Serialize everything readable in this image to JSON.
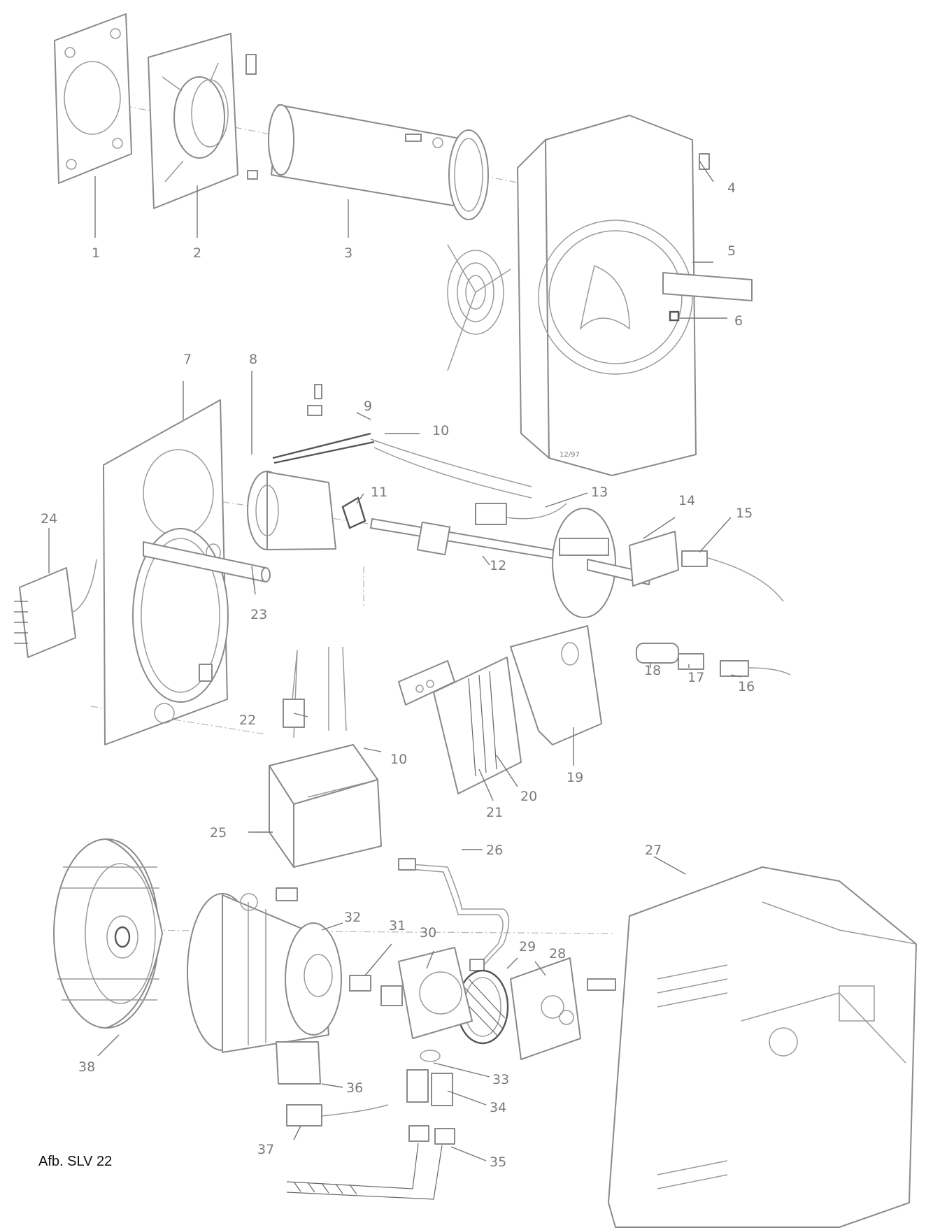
{
  "caption": "Afb. SLV 22",
  "part_numbers": [
    "1",
    "2",
    "3",
    "4",
    "5",
    "6",
    "7",
    "8",
    "9",
    "10",
    "11",
    "12",
    "13",
    "14",
    "15",
    "16",
    "17",
    "18",
    "19",
    "20",
    "21",
    "22",
    "23",
    "24",
    "25",
    "26",
    "27",
    "28",
    "29",
    "30",
    "31",
    "32",
    "33",
    "34",
    "35",
    "36",
    "37",
    "38"
  ],
  "small_marks": {
    "housing_code": "12/97"
  }
}
